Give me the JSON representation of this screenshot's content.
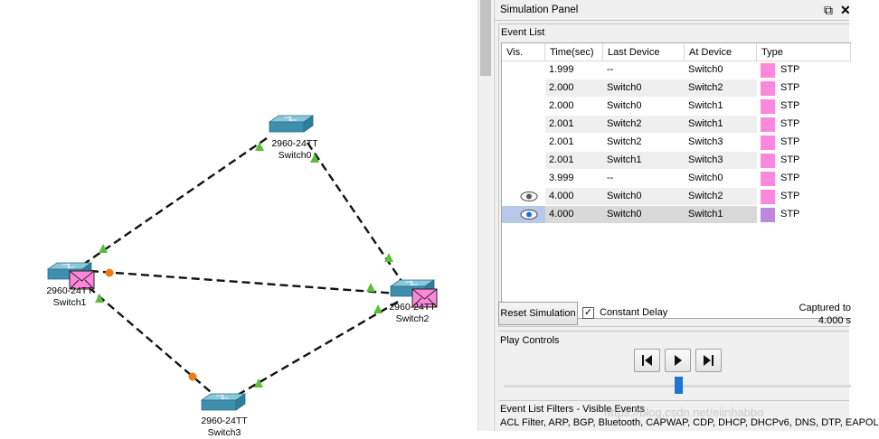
{
  "topology": {
    "devices": [
      {
        "model": "2960-24TT",
        "name": "Switch0"
      },
      {
        "model": "2960-24TT",
        "name": "Switch1"
      },
      {
        "model": "2960-24TT",
        "name": "Switch2"
      },
      {
        "model": "2960-24TT",
        "name": "Switch3"
      }
    ]
  },
  "panel": {
    "title": "Simulation Panel",
    "event_list_label": "Event List",
    "columns": [
      "Vis.",
      "Time(sec)",
      "Last Device",
      "At Device",
      "Type"
    ],
    "events": [
      {
        "vis": "",
        "time": "1.999",
        "last": "--",
        "at": "Switch0",
        "type": "STP",
        "color": "#ff88dd"
      },
      {
        "vis": "",
        "time": "2.000",
        "last": "Switch0",
        "at": "Switch2",
        "type": "STP",
        "color": "#ff88dd"
      },
      {
        "vis": "",
        "time": "2.000",
        "last": "Switch0",
        "at": "Switch1",
        "type": "STP",
        "color": "#ff88dd"
      },
      {
        "vis": "",
        "time": "2.001",
        "last": "Switch2",
        "at": "Switch1",
        "type": "STP",
        "color": "#ff88dd"
      },
      {
        "vis": "",
        "time": "2.001",
        "last": "Switch2",
        "at": "Switch3",
        "type": "STP",
        "color": "#ff88dd"
      },
      {
        "vis": "",
        "time": "2.001",
        "last": "Switch1",
        "at": "Switch3",
        "type": "STP",
        "color": "#ff88dd"
      },
      {
        "vis": "",
        "time": "3.999",
        "last": "--",
        "at": "Switch0",
        "type": "STP",
        "color": "#ff88dd"
      },
      {
        "vis": "eye-icon",
        "time": "4.000",
        "last": "Switch0",
        "at": "Switch2",
        "type": "STP",
        "color": "#ff88dd"
      },
      {
        "vis": "eye-icon-active",
        "time": "4.000",
        "last": "Switch0",
        "at": "Switch1",
        "type": "STP",
        "color": "#bb88dd"
      }
    ],
    "reset_label": "Reset Simulation",
    "constant_delay_label": "Constant Delay",
    "constant_delay_checked": true,
    "captured_label": "Captured to",
    "captured_value": "4.000 s",
    "play_controls_label": "Play Controls",
    "filters_label": "Event List Filters - Visible Events",
    "filters_value": "ACL Filter, ARP, BGP, Bluetooth, CAPWAP, CDP, DHCP, DHCPv6, DNS, DTP, EAPOL",
    "watermark": "https://blog.csdn.net/eiinhabbo"
  },
  "colors": {
    "link_up": "#5cbf3a",
    "link_blocked": "#f07a10",
    "switch_body": "#3d8fad",
    "envelope": "#ff88dd",
    "slider": "#1c74d4"
  }
}
